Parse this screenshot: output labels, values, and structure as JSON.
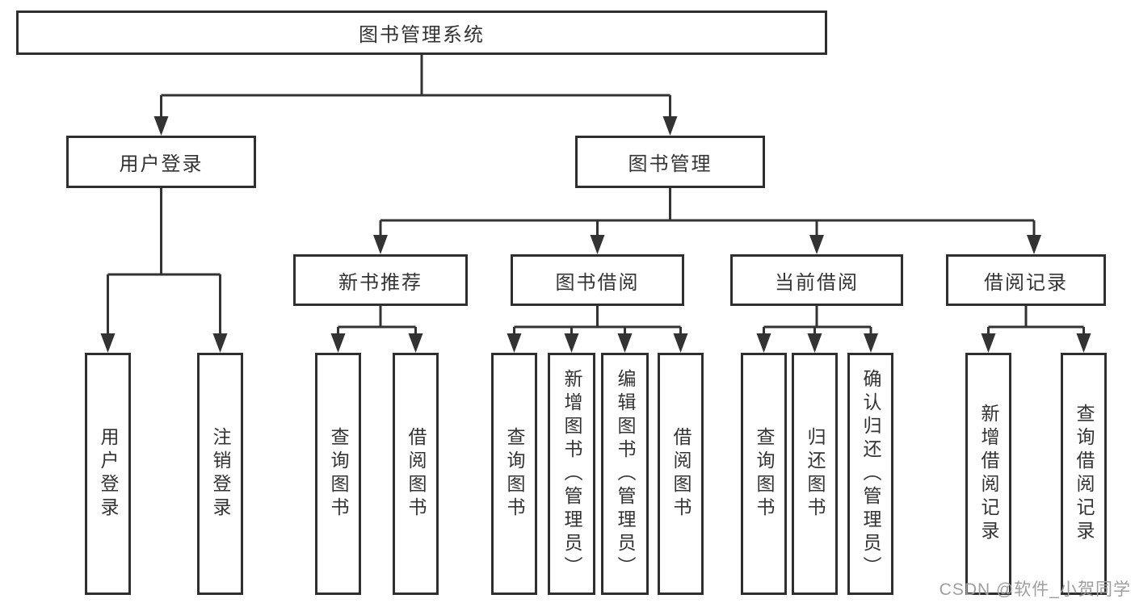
{
  "diagram": {
    "type": "hierarchy-tree",
    "watermark": "CSDN @软件_小贺同学",
    "colors": {
      "line": "#333333",
      "box_border": "#2f2f2f",
      "box_fill": "#ffffff",
      "text": "#333333",
      "background": "#ffffff",
      "watermark": "#9e9e9e"
    },
    "tree": {
      "root": {
        "label": "图书管理系统"
      },
      "branches": [
        {
          "label": "用户登录",
          "children": [
            {
              "label": "用户登录"
            },
            {
              "label": "注销登录"
            }
          ]
        },
        {
          "label": "图书管理",
          "groups": [
            {
              "label": "新书推荐",
              "children": [
                {
                  "label": "查询图书"
                },
                {
                  "label": "借阅图书"
                }
              ]
            },
            {
              "label": "图书借阅",
              "children": [
                {
                  "label": "查询图书"
                },
                {
                  "label": "新增图书（管理员）"
                },
                {
                  "label": "编辑图书（管理员）"
                },
                {
                  "label": "借阅图书"
                }
              ]
            },
            {
              "label": "当前借阅",
              "children": [
                {
                  "label": "查询图书"
                },
                {
                  "label": "归还图书"
                },
                {
                  "label": "确认归还（管理员）"
                }
              ]
            },
            {
              "label": "借阅记录",
              "children": [
                {
                  "label": "新增借阅记录"
                },
                {
                  "label": "查询借阅记录"
                }
              ]
            }
          ]
        }
      ]
    }
  }
}
